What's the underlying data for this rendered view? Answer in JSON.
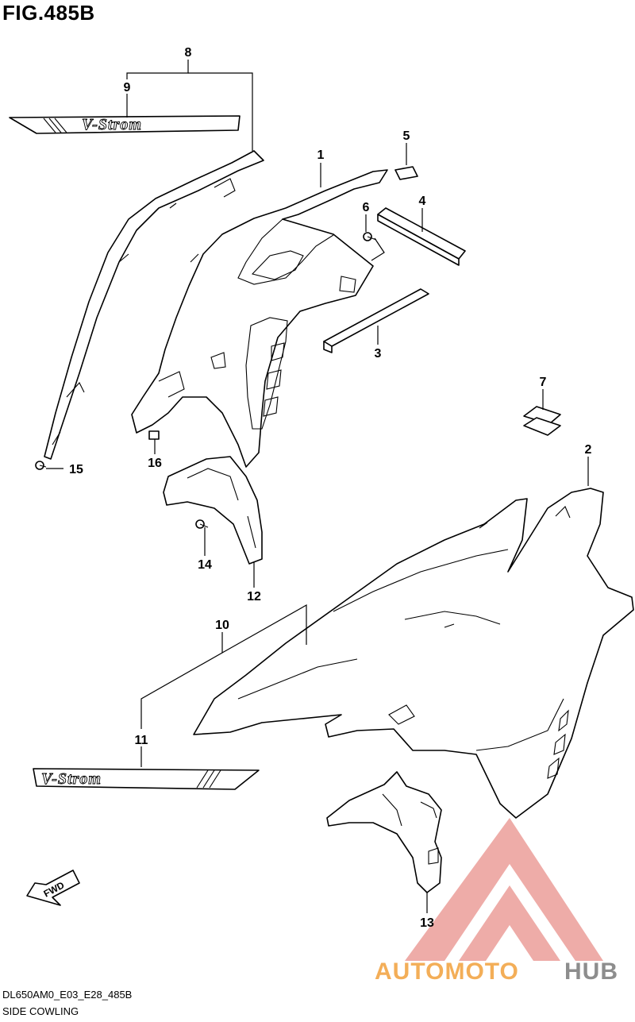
{
  "figure": {
    "title": "FIG.485B",
    "drawing_code": "DL650AM0_E03_E28_485B",
    "caption": "SIDE COWLING"
  },
  "callouts": [
    "1",
    "2",
    "3",
    "4",
    "5",
    "6",
    "7",
    "8",
    "9",
    "10",
    "11",
    "12",
    "13",
    "14",
    "15",
    "16"
  ],
  "decal": {
    "text": "V-Strom"
  },
  "fwd_arrow": {
    "label": "FWD"
  },
  "watermark": {
    "brand_a": "AUTOMOTO",
    "brand_b": "HUB",
    "color_a": "#f2a03c",
    "color_b": "#7a7a7a",
    "logo_color": "#e9918b"
  }
}
